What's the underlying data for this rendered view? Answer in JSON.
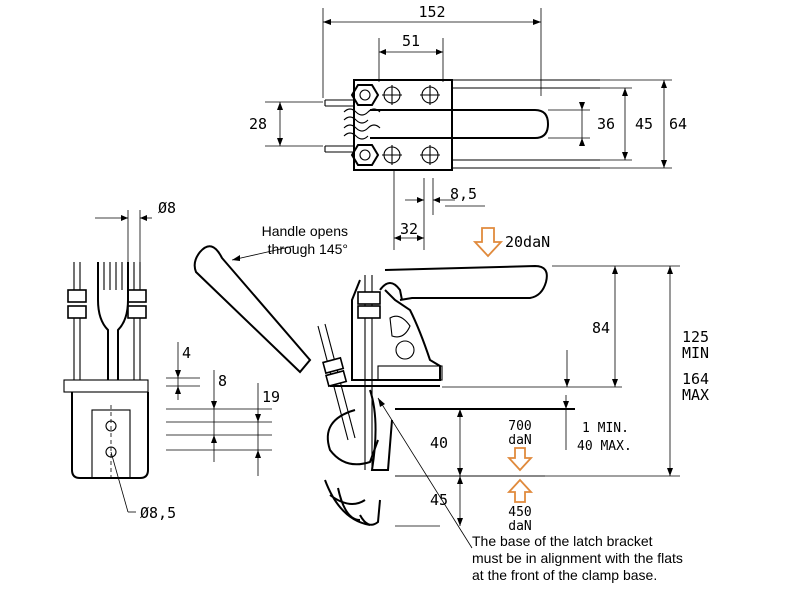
{
  "dimensions": {
    "d152": "152",
    "d51": "51",
    "d28": "28",
    "d36": "36",
    "d45_top": "45",
    "d64": "64",
    "d8_5_top": "8,5",
    "d32": "32",
    "dia8": "Ø8",
    "d4": "4",
    "d8": "8",
    "d19": "19",
    "dia8_5": "Ø8,5",
    "d84": "84",
    "d125": "125",
    "min": "MIN",
    "d164": "164",
    "max": "MAX",
    "d40": "40",
    "d45_bottom": "45",
    "min_max_line1": "1 MIN.",
    "min_max_line2": "40 MAX."
  },
  "forces": {
    "handle_force": "20daN",
    "force_700": "700",
    "force_700_unit": "daN",
    "force_450": "450",
    "force_450_unit": "daN",
    "arrow_color": "#e08a3c"
  },
  "notes": {
    "handle_line1": "Handle opens",
    "handle_line2": "through 145°",
    "base_line1": "The base of the latch bracket",
    "base_line2": "must be in alignment with the flats",
    "base_line3": "at the front of the clamp base."
  }
}
